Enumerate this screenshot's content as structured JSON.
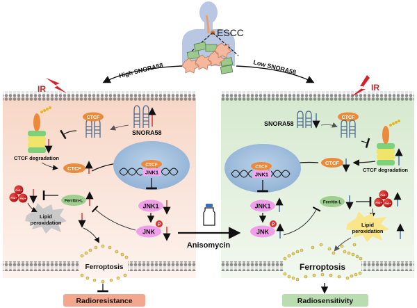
{
  "top": {
    "label": "ESCC",
    "left_branch": "High SNORA58",
    "right_branch": "Low SNORA58"
  },
  "left": {
    "title_state": "High SNORA58",
    "ir": "IR",
    "snora58": "SNORA58",
    "ctcf": "CTCF",
    "ctcf_degradation": "CTCF degradation",
    "jnk1_gene": "JNK1",
    "ferritin": "Ferritin-L",
    "fe": "Fe2+",
    "jnk1": "JNK1",
    "pjnk": "JNK",
    "p": "P",
    "lipid1": "Lipid",
    "lipid2": "peroxidation",
    "ferroptosis": "Ferroptosis",
    "outcome": "Radioresistance",
    "colors": {
      "bg": "#f9ddd0",
      "outcome": "#f3a78e",
      "arrow": "#d42a2a"
    }
  },
  "right": {
    "ir": "IR",
    "snora58": "SNORA58",
    "ctcf": "CTCF",
    "ctcf_degradation": "CTCF degradation",
    "jnk1_gene": "JNK1",
    "ferritin": "Ferritin-L",
    "fe": "Fe2+",
    "jnk1": "JNK1",
    "pjnk": "JNK",
    "p": "P",
    "lipid1": "Lipid",
    "lipid2": "peroxidation",
    "ferroptosis": "Ferroptosis",
    "outcome": "Radiosensitivity",
    "colors": {
      "bg": "#dcecd5",
      "outcome": "#b9ddb0",
      "arrow": "#3a66b0"
    }
  },
  "center": {
    "drug": "Anisomycin"
  }
}
